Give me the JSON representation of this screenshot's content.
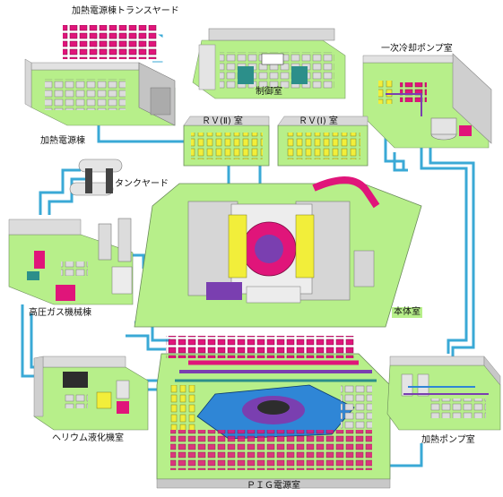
{
  "labels": {
    "transformer_yard": "加熱電源棟トランスヤード",
    "heating_power_building": "加熱電源棟",
    "control_room": "制御室",
    "primary_cooling_pump_room": "一次冷却ポンプ室",
    "rv2_room": "ＲＶ(Ⅱ) 室",
    "rv1_room": "ＲＶ(Ⅰ) 室",
    "tank_yard": "タンクヤード",
    "high_pressure_gas_building": "高圧ガス機械棟",
    "main_hall": "本体室",
    "helium_liquefier_room": "ヘリウム液化機室",
    "heating_pump_room": "加熱ポンプ室",
    "pig_power_room": "ＰＩＧ電源室"
  },
  "colors": {
    "floor": "#b7ef8a",
    "wall": "#d6d6d6",
    "wall_dark": "#9a9a9a",
    "pipe": "#3aa9d6",
    "magenta": "#e0157a",
    "yellow": "#f2ee3a",
    "purple": "#7a3fb0",
    "teal": "#2c8f8a"
  }
}
